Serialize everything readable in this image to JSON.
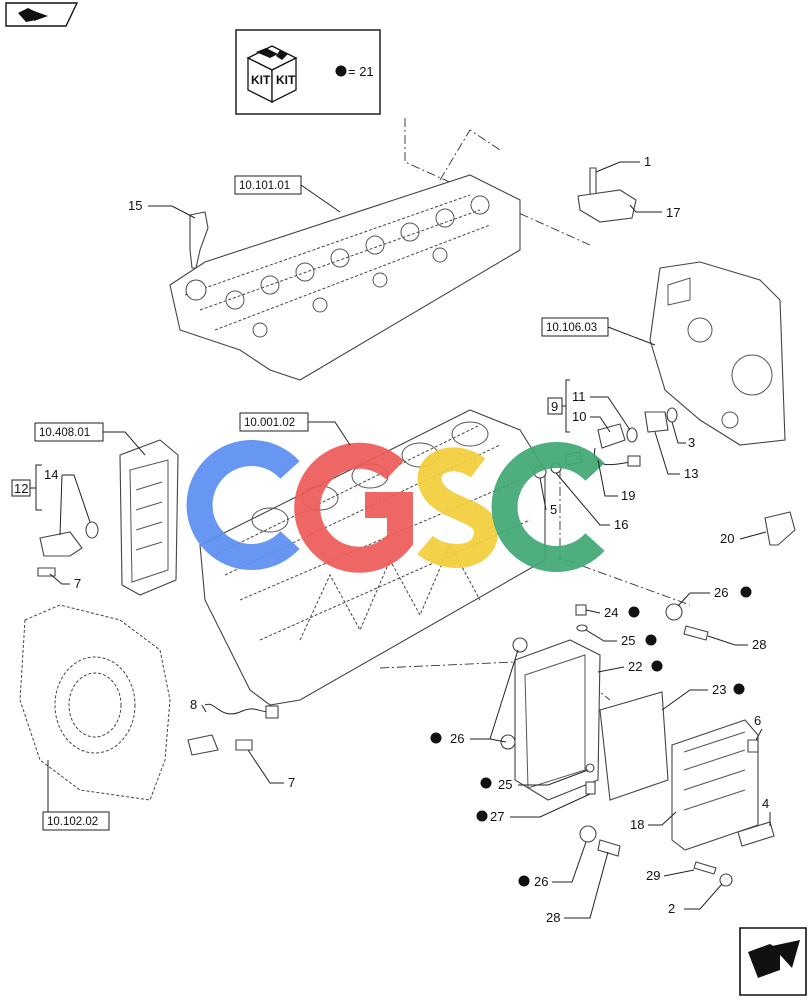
{
  "kit": {
    "label_left": "KIT",
    "label_right": "KIT",
    "legend_text": "= 21"
  },
  "refs": {
    "r10_101_01": "10.101.01",
    "r10_106_03": "10.106.03",
    "r10_408_01": "10.408.01",
    "r10_001_02": "10.001.02",
    "r10_102_02": "10.102.02"
  },
  "callouts": {
    "c1": "1",
    "c2": "2",
    "c3": "3",
    "c4": "4",
    "c5": "5",
    "c6": "6",
    "c7a": "7",
    "c7b": "7",
    "c8": "8",
    "c9": "9",
    "c10": "10",
    "c11": "11",
    "c12": "12",
    "c13": "13",
    "c14": "14",
    "c15": "15",
    "c16": "16",
    "c17": "17",
    "c18": "18",
    "c19": "19",
    "c20": "20",
    "c22": "22",
    "c23": "23",
    "c24": "24",
    "c25a": "25",
    "c25b": "25",
    "c26a": "26",
    "c26b": "26",
    "c26c": "26",
    "c27": "27",
    "c28a": "28",
    "c28b": "28",
    "c29": "29"
  },
  "watermark": {
    "text": "CGSC",
    "colors": [
      "#5b8ff2",
      "#ee5b57",
      "#f3cf3a",
      "#3fa872"
    ]
  },
  "icons": {
    "top_left": "book-arrow-icon",
    "bottom_right": "next-arrow-icon"
  }
}
